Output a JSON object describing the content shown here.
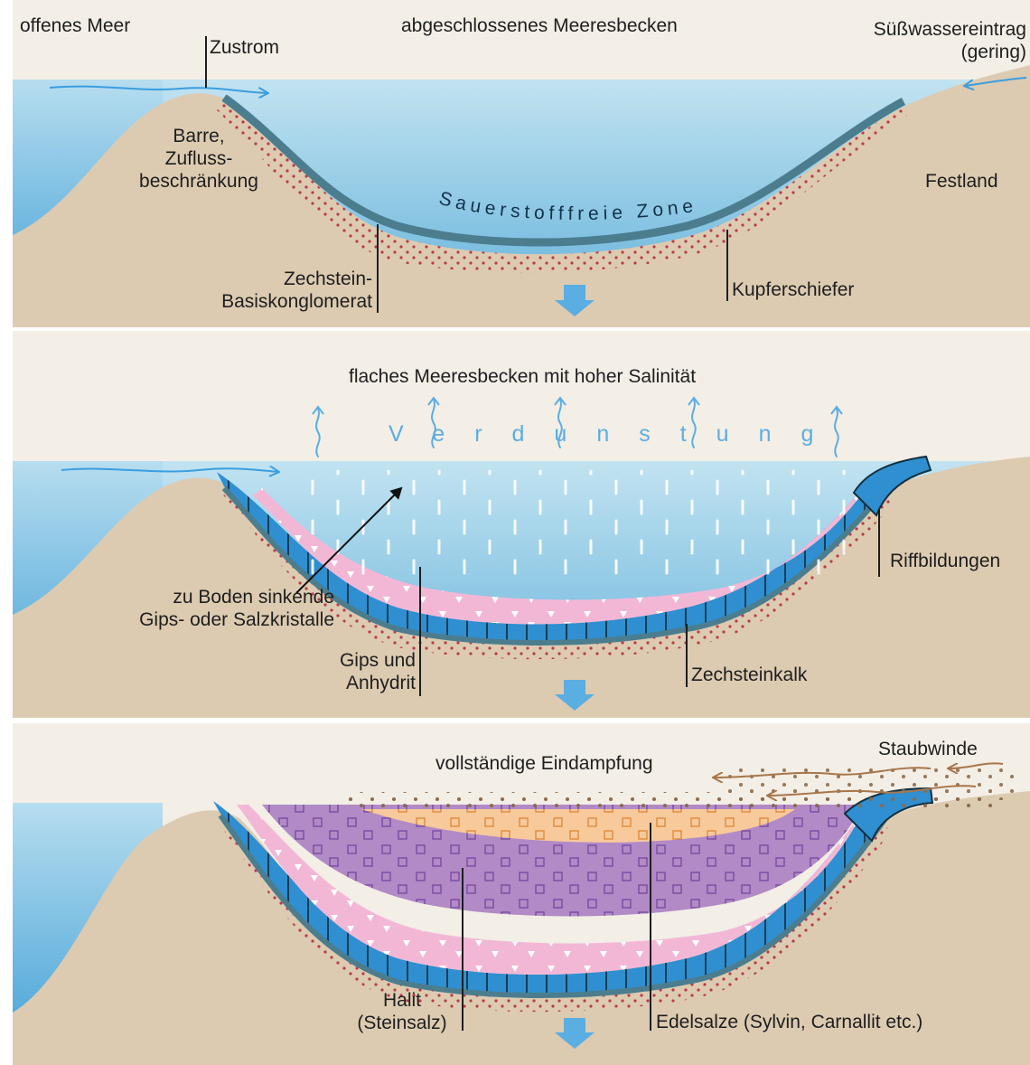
{
  "colors": {
    "sky": "#f3eee6",
    "land": "#dccbb1",
    "water_top": "#bfe1f0",
    "water_bottom": "#5fb0da",
    "arrow": "#5aaee2",
    "dark_layer": "#4b7d8e",
    "blue_layer": "#2f8fd0",
    "gypsum": "#f3b7d6",
    "halite": "#b18ac6",
    "edelsalze": "#f7c99b",
    "dots": "#b93a4a",
    "dust": "#a8764a"
  },
  "panel1": {
    "open_sea": "offenes Meer",
    "title": "abgeschlossenes Meeresbecken",
    "freshwater_line1": "Süßwassereintrag",
    "freshwater_line2": "(gering)",
    "inflow": "Zustrom",
    "barrier_line1": "Barre,",
    "barrier_line2": "Zufluss-",
    "barrier_line3": "beschränkung",
    "mainland": "Festland",
    "anoxic_zone": "Sauerstofffreie Zone",
    "conglomerate_line1": "Zechstein-",
    "conglomerate_line2": "Basiskonglomerat",
    "copper_shale": "Kupferschiefer"
  },
  "panel2": {
    "title": "flaches Meeresbecken mit hoher Salinität",
    "evaporation": "Verdunstung",
    "reefs": "Riffbildungen",
    "sinking_line1": "zu Boden sinkende",
    "sinking_line2": "Gips- oder Salzkristalle",
    "gypsum_line1": "Gips und",
    "gypsum_line2": "Anhydrit",
    "limestone": "Zechsteinkalk"
  },
  "panel3": {
    "title": "vollständige Eindampfung",
    "dust_winds": "Staubwinde",
    "halite_line1": "Halit",
    "halite_line2": "(Steinsalz)",
    "potash_salts": "Edelsalze (Sylvin, Carnallit etc.)"
  }
}
